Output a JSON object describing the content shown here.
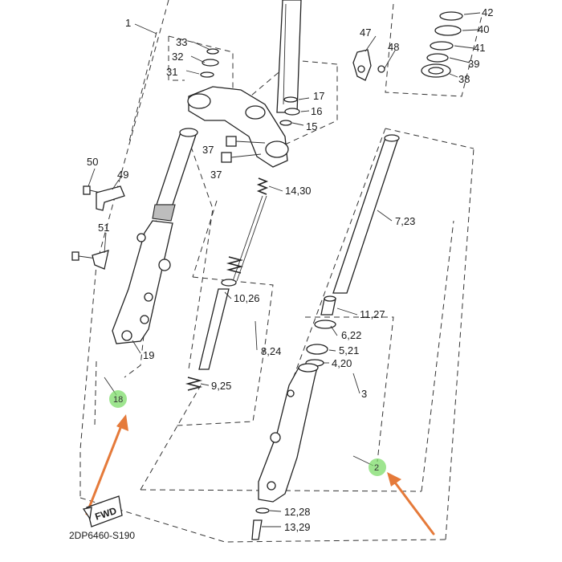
{
  "diagram_code": "2DP6460-S190",
  "fwd_label": "FWD",
  "highlighted_callouts": [
    "18",
    "2"
  ],
  "accent_color": "#e57a3a",
  "highlight_color": "#7ddc6a",
  "callouts": {
    "c1": "1",
    "c2": "2",
    "c3": "3",
    "c4": "4,20",
    "c5": "5,21",
    "c6": "6,22",
    "c7": "7,23",
    "c8": "8,24",
    "c9": "9,25",
    "c10": "10,26",
    "c11": "11,27",
    "c12": "12,28",
    "c13": "13,29",
    "c14": "14,30",
    "c15": "15",
    "c16": "16",
    "c17": "17",
    "c18": "18",
    "c19": "19",
    "c31": "31",
    "c32": "32",
    "c33": "33",
    "c37a": "37",
    "c37b": "37",
    "c38": "38",
    "c39": "39",
    "c40": "40",
    "c41": "41",
    "c42": "42",
    "c47": "47",
    "c48": "48",
    "c49": "49",
    "c50": "50",
    "c51": "51"
  }
}
